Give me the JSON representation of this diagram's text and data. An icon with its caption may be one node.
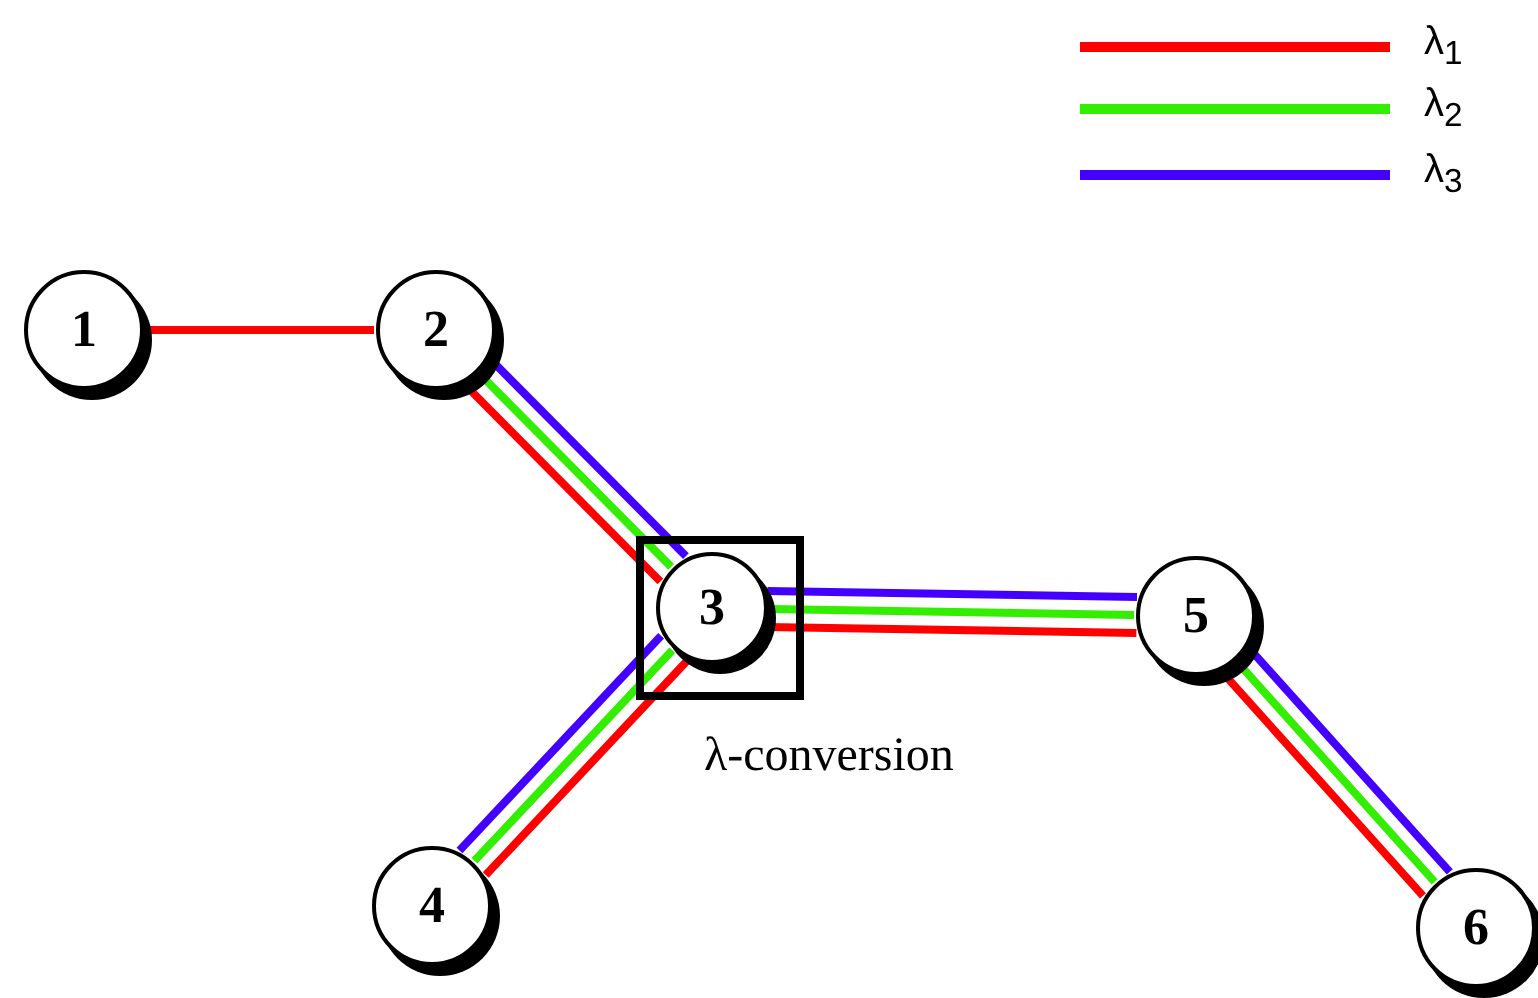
{
  "diagram": {
    "nodes": [
      {
        "text": [
          "1"
        ]
      },
      {
        "text": [
          "2"
        ]
      },
      {
        "text": [
          "λ-conversion"
        ]
      },
      {
        "text": [
          "3"
        ],
        "in": 2
      },
      {
        "text": [
          "4"
        ]
      },
      {
        "text": [
          "5"
        ]
      },
      {
        "text": [
          "6"
        ]
      }
    ],
    "edges": [
      {
        "from": 0,
        "to": 1,
        "arrow": "none"
      },
      {
        "from": 1,
        "to": 3,
        "arrow": "none"
      },
      {
        "from": 1,
        "to": 3,
        "arrow": "none",
        "color": "#33ee00"
      },
      {
        "from": 1,
        "to": 3,
        "arrow": "none",
        "color": "#4400ff"
      },
      {
        "from": 3,
        "to": 4,
        "arrow": "none",
        "color": "#4400ff"
      },
      {
        "from": 3,
        "to": 4,
        "arrow": "none",
        "color": "#33ee00"
      },
      {
        "from": 3,
        "to": 4,
        "arrow": "none"
      },
      {
        "from": 3,
        "to": 5,
        "arrow": "none",
        "color": "#4400ff"
      },
      {
        "from": 3,
        "to": 5,
        "arrow": "none",
        "color": "#33ee00"
      },
      {
        "from": 3,
        "to": 5,
        "arrow": "none"
      },
      {
        "from": 5,
        "to": 6,
        "arrow": "none",
        "color": "#4400ff"
      },
      {
        "from": 5,
        "to": 6,
        "arrow": "none",
        "color": "#33ee00"
      },
      {
        "from": 5,
        "to": 6,
        "arrow": "none"
      }
    ],
    "legend": [
      {
        "text": "λ$_{1}$",
        "color": "#ff0000"
      },
      {
        "text": "λ$_{2}$",
        "color": "#33ee00"
      },
      {
        "text": "λ$_{3}$",
        "color": "#4400ff"
      }
    ]
  }
}
